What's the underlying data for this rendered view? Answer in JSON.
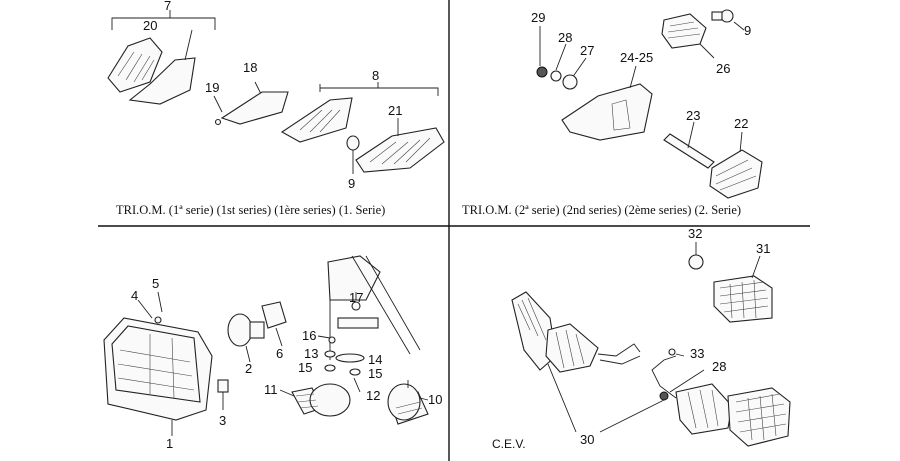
{
  "panels": {
    "top_left": {
      "caption": "TRI.O.M. (1ª serie) (1st series) (1ère series) (1. Serie)",
      "callouts": [
        "7",
        "20",
        "18",
        "19",
        "8",
        "21",
        "9"
      ]
    },
    "top_right": {
      "caption": "TRI.O.M. (2ª serie) (2nd series) (2ème series) (2. Serie)",
      "callouts": [
        "29",
        "28",
        "27",
        "24-25",
        "26",
        "9",
        "23",
        "22"
      ]
    },
    "bottom_left": {
      "callouts": [
        "4",
        "5",
        "6",
        "2",
        "3",
        "1",
        "17",
        "16",
        "13",
        "14",
        "15",
        "15",
        "12",
        "11",
        "10"
      ]
    },
    "bottom_right": {
      "label": "C.E.V.",
      "callouts": [
        "32",
        "31",
        "33",
        "28",
        "30"
      ]
    }
  },
  "colors": {
    "ink": "#111111",
    "paper": "#ffffff"
  }
}
